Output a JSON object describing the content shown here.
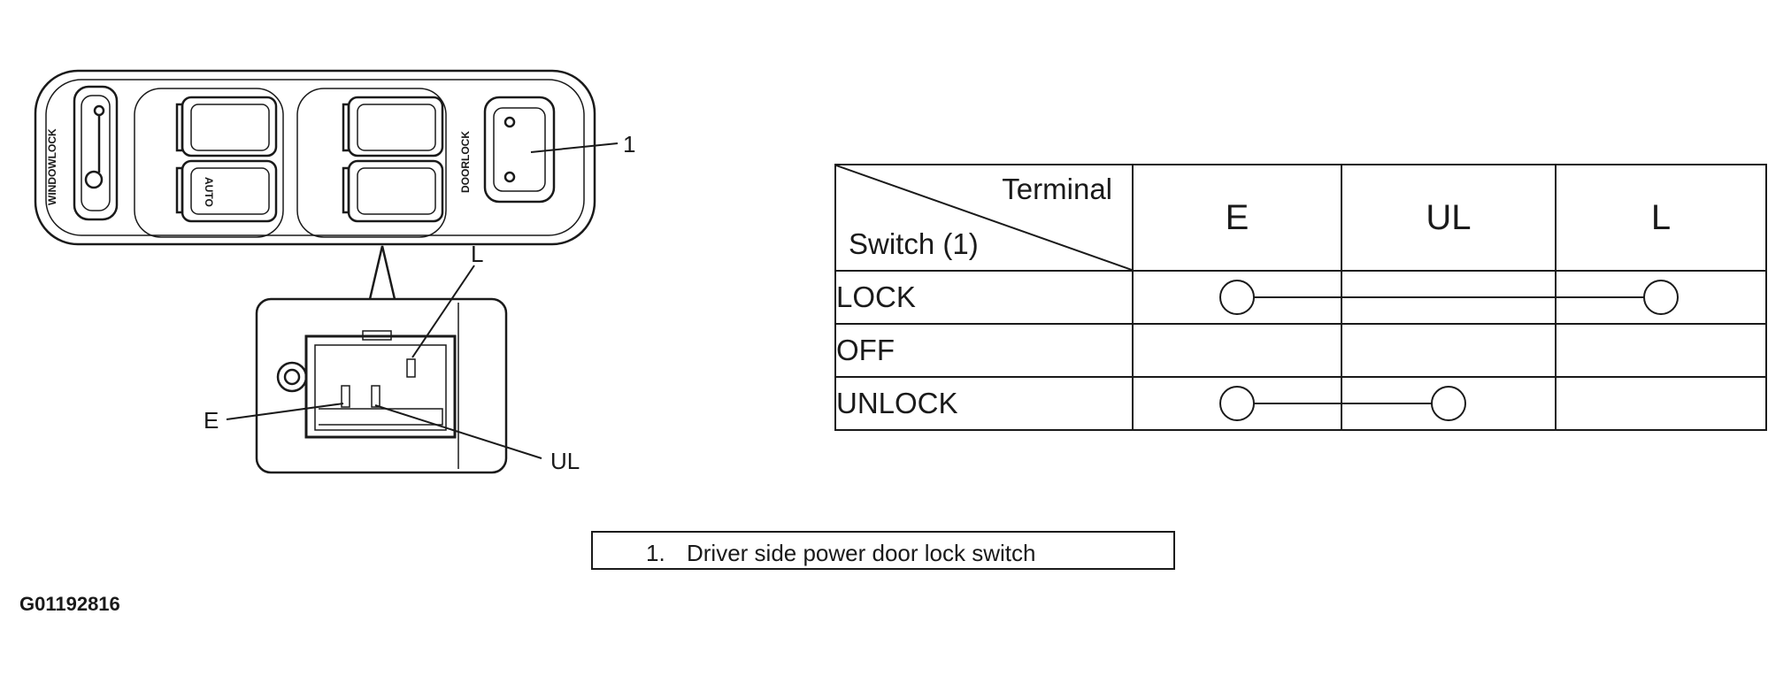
{
  "switch_panel": {
    "window_lock_label": "WINDOWLOCK",
    "auto_label": "AUTO",
    "door_lock_label": "DOORLOCK",
    "callout_number": "1"
  },
  "connector": {
    "terminal_L": "L",
    "terminal_E": "E",
    "terminal_UL": "UL"
  },
  "continuity_table": {
    "corner_top": "Terminal",
    "corner_bottom": "Switch (1)",
    "columns": [
      "E",
      "UL",
      "L"
    ],
    "rows": [
      {
        "label": "LOCK",
        "connected": [
          "E",
          "L"
        ]
      },
      {
        "label": "OFF",
        "connected": []
      },
      {
        "label": "UNLOCK",
        "connected": [
          "E",
          "UL"
        ]
      }
    ]
  },
  "legend": {
    "number": "1.",
    "text": "Driver side power door lock switch"
  },
  "figure_id": "G01192816"
}
